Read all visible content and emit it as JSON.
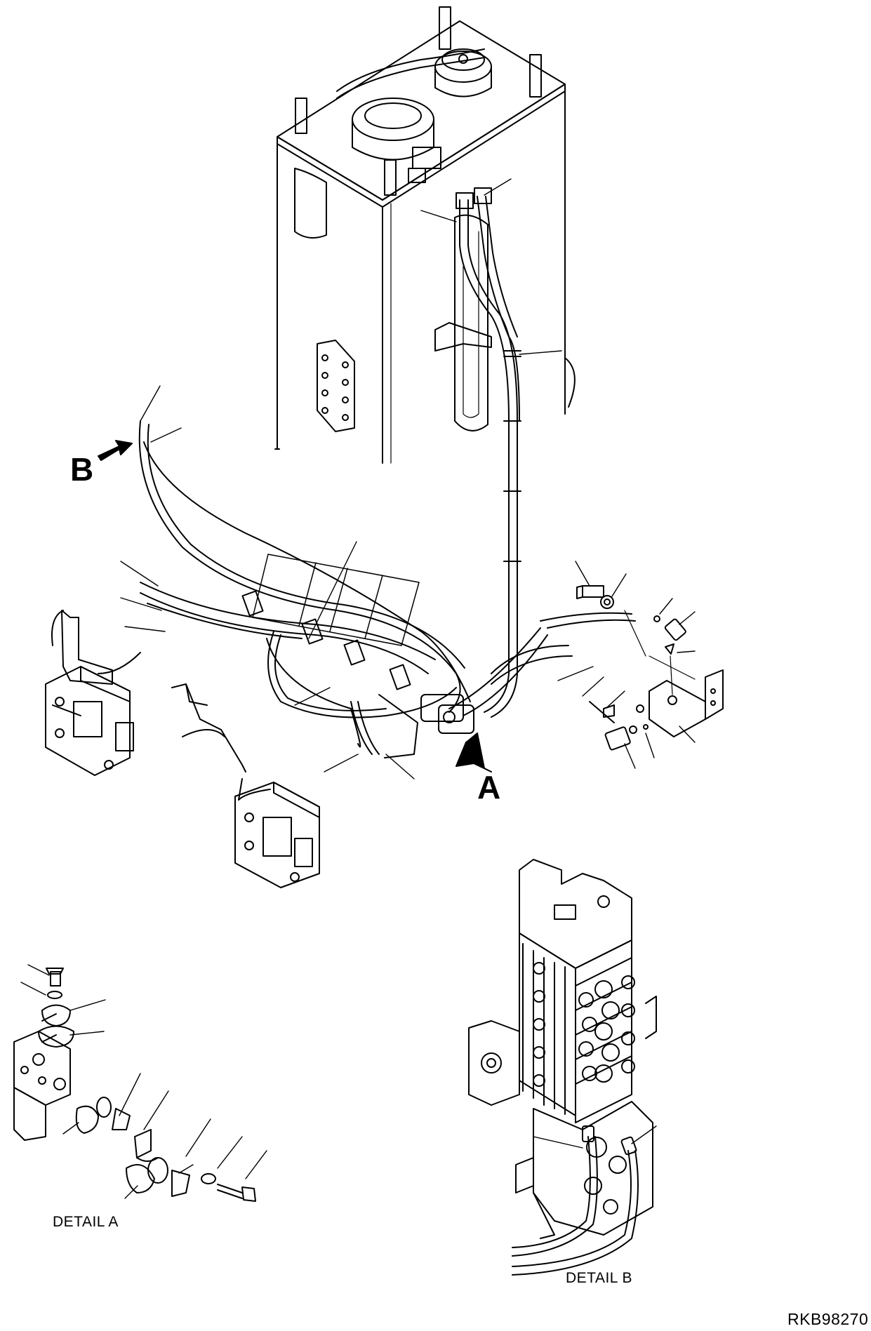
{
  "view_labels": {
    "a": "A",
    "b": "B"
  },
  "captions": {
    "detail_a": "DETAIL A",
    "detail_b": "DETAIL B"
  },
  "figure_code": "RKB98270",
  "colors": {
    "ink": "#000000",
    "paper": "#ffffff"
  }
}
